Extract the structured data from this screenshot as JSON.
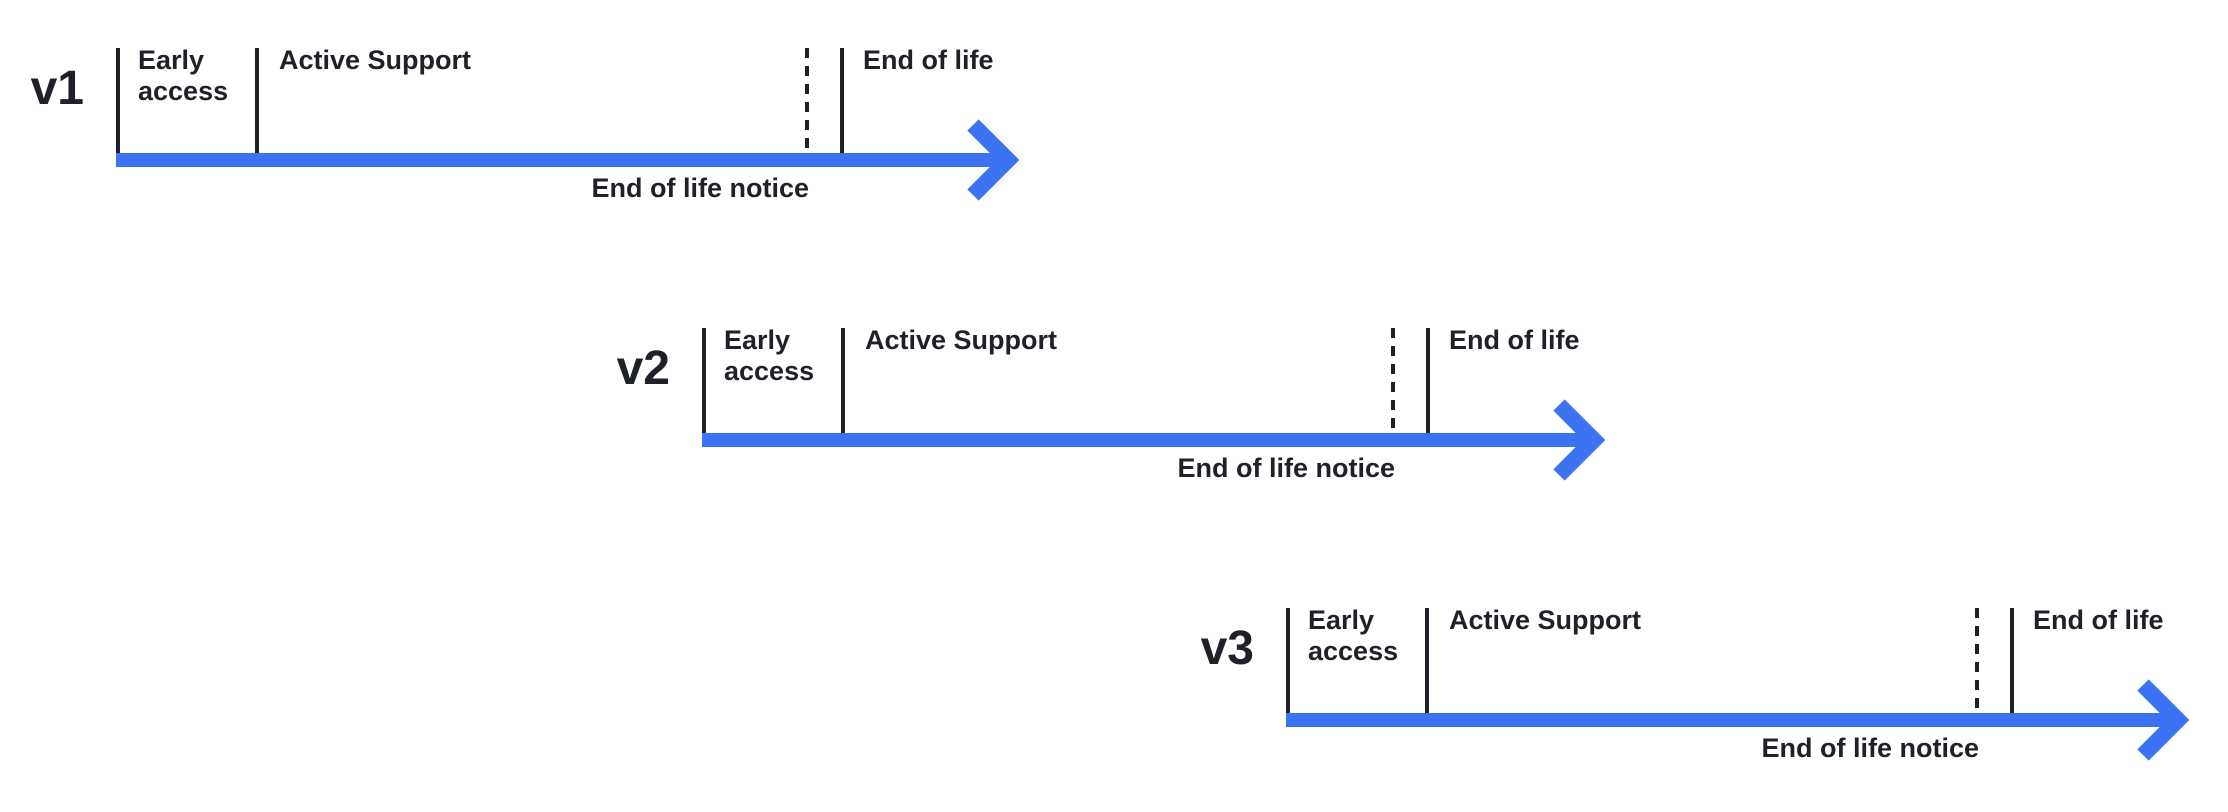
{
  "diagram": {
    "colors": {
      "arrow_blue": "#3C73F3",
      "ink_dark": "#1E2228",
      "background": "#FFFFFF"
    }
  },
  "timelines": [
    {
      "version": "v1",
      "early_access": "Early access",
      "active_support": "Active Support",
      "end_of_life": "End of life",
      "end_of_life_notice": "End of life notice"
    },
    {
      "version": "v2",
      "early_access": "Early access",
      "active_support": "Active Support",
      "end_of_life": "End of life",
      "end_of_life_notice": "End of life notice"
    },
    {
      "version": "v3",
      "early_access": "Early access",
      "active_support": "Active Support",
      "end_of_life": "End of life",
      "end_of_life_notice": "End of life notice"
    }
  ]
}
